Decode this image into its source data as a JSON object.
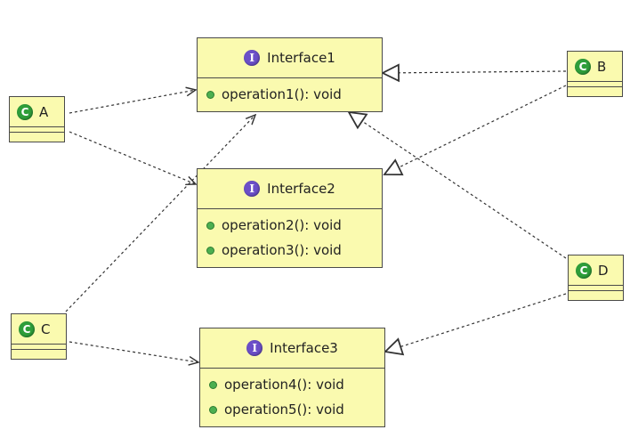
{
  "interfaces": [
    {
      "name": "Interface1",
      "operations": [
        "operation1(): void"
      ]
    },
    {
      "name": "Interface2",
      "operations": [
        "operation2(): void",
        "operation3(): void"
      ]
    },
    {
      "name": "Interface3",
      "operations": [
        "operation4(): void",
        "operation5(): void"
      ]
    }
  ],
  "classes": [
    {
      "name": "A"
    },
    {
      "name": "B"
    },
    {
      "name": "C"
    },
    {
      "name": "D"
    }
  ],
  "icons": {
    "interface_badge": "I",
    "class_badge": "C"
  },
  "relations": {
    "dependencies": [
      [
        "A",
        "Interface1"
      ],
      [
        "A",
        "Interface2"
      ],
      [
        "C",
        "Interface1"
      ],
      [
        "C",
        "Interface3"
      ]
    ],
    "realizations": [
      [
        "B",
        "Interface1"
      ],
      [
        "B",
        "Interface2"
      ],
      [
        "D",
        "Interface1"
      ],
      [
        "D",
        "Interface3"
      ]
    ]
  },
  "colors": {
    "box_fill": "#fafaaf",
    "border": "#4a4a4a",
    "interface_badge": "#6b4fc8",
    "class_badge": "#2e9e3a",
    "operation_dot": "#4caf50"
  }
}
